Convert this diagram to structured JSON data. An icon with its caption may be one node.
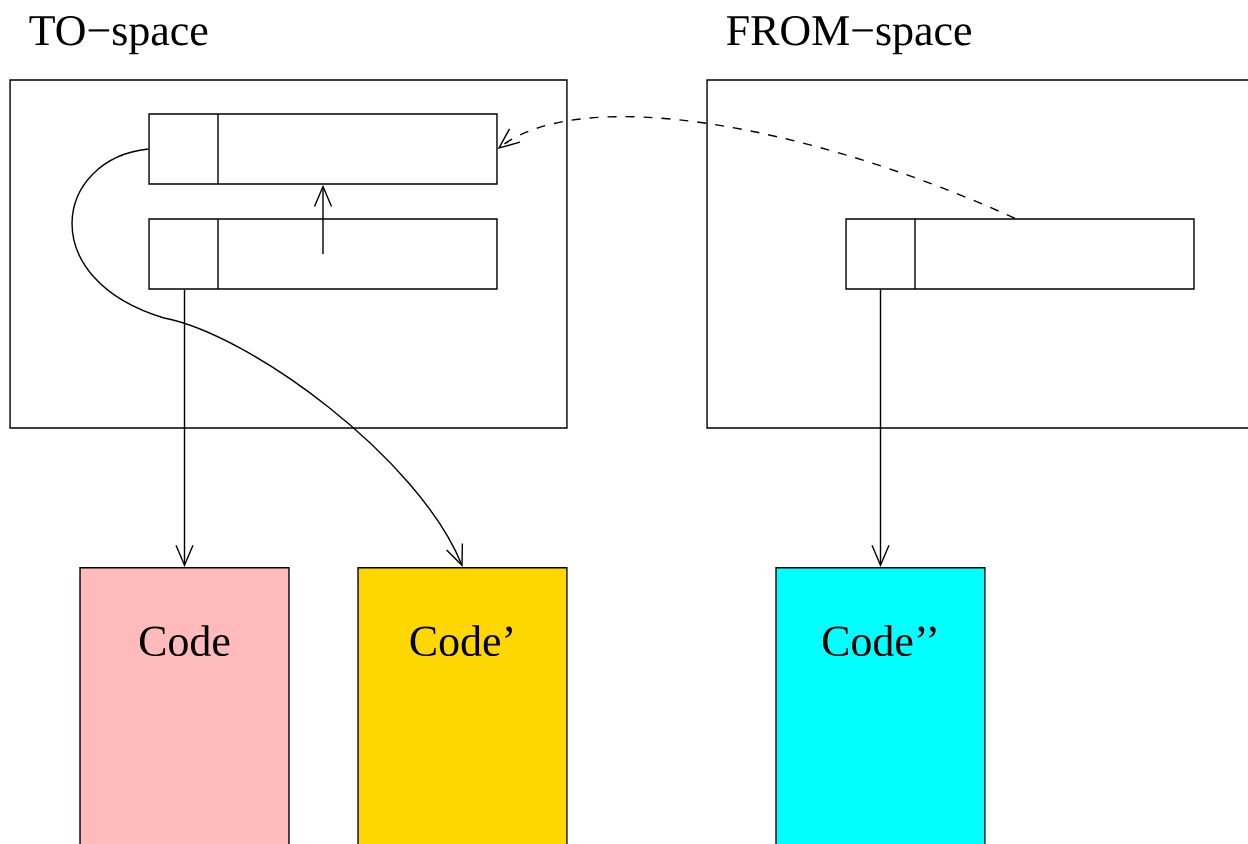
{
  "diagram": {
    "nodes": [
      {
        "text": [
          "TO−space"
        ]
      },
      {
        "text": [
          "FROM−space"
        ]
      },
      {
        "text": [],
        "shape": "box",
        "in": 0
      },
      {
        "text": [],
        "shape": "box",
        "in": 0
      },
      {
        "text": [],
        "shape": "box",
        "in": 1
      },
      {
        "text": [
          "Code"
        ]
      },
      {
        "text": [
          "Code’"
        ]
      },
      {
        "text": [
          "Code’’"
        ]
      }
    ],
    "edges": [
      {
        "from": 3,
        "to": 2,
        "arrow": "to"
      },
      {
        "from": 4,
        "to": 2,
        "arrow": "to",
        "style": "dashed"
      },
      {
        "from": 3,
        "to": 5,
        "arrow": "to"
      },
      {
        "from": 2,
        "to": 6,
        "arrow": "to"
      },
      {
        "from": 4,
        "to": 7,
        "arrow": "to"
      }
    ]
  }
}
